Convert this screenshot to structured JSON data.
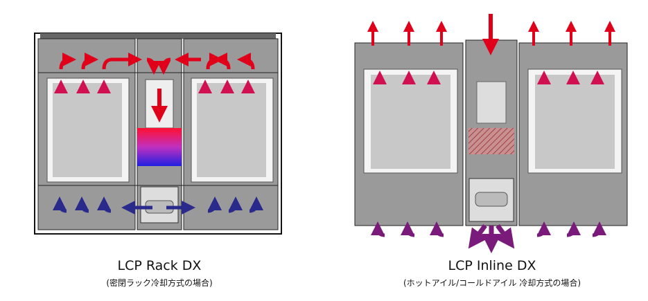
{
  "left": {
    "title": "LCP  Rack  DX",
    "subtitle": "(密閉ラック冷却方式の場合)"
  },
  "right": {
    "title": "LCP  Inline  DX",
    "subtitle": "(ホットアイル/コールドアイル 冷却方式の場合)"
  },
  "colors": {
    "hot": "#e0001a",
    "cold": "#2a2a8c",
    "purple": "#7a1a7a",
    "cabinet": "#9a9a9a"
  }
}
